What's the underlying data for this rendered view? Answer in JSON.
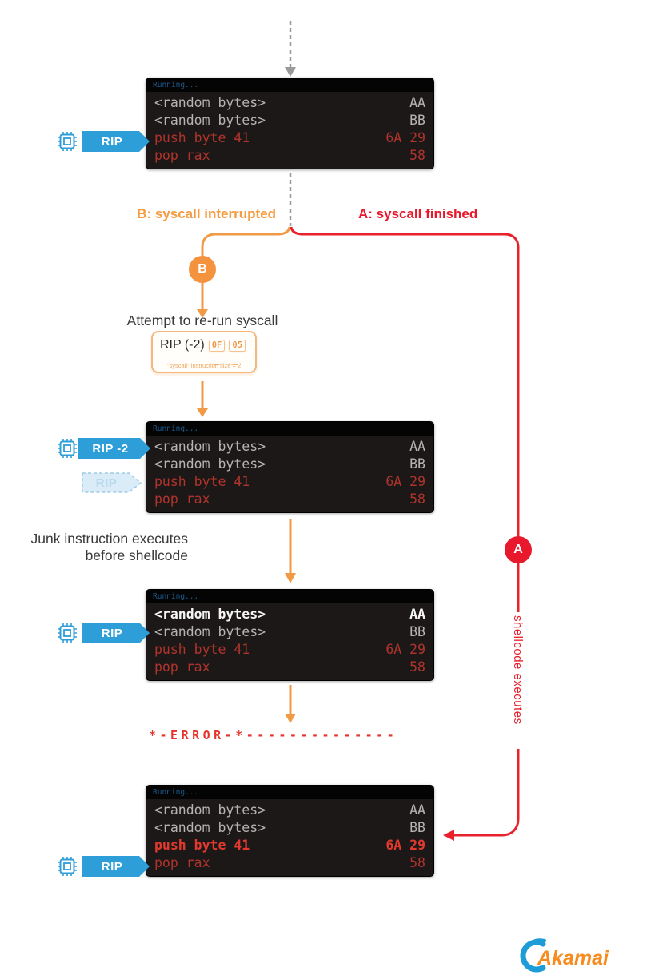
{
  "palette": {
    "blue": "#2e9ed8",
    "orange": "#f5923e",
    "red": "#e8192c",
    "gray": "#9a9a9a",
    "terminal_bg": "#1d1818",
    "terminal_title_fg": "#1c5a8e"
  },
  "branches": {
    "b_label": "B: syscall interrupted",
    "a_label": "A: syscall finished"
  },
  "badges": {
    "b": "B",
    "a": "A"
  },
  "steps": {
    "attempt": "Attempt to re-run syscall",
    "rip_box_label": "RIP (-2)",
    "rip_box_bytes": [
      "0F",
      "05"
    ],
    "rip_box_caption": "\"syscall\" instruction size = 2",
    "junk_line1": "Junk instruction executes",
    "junk_line2": "before shellcode",
    "error": "*-ERROR-*--------------",
    "shellcode": "shellcode executes"
  },
  "tags": {
    "t1": "RIP",
    "t2": "RIP -2",
    "t2_ghost": "RIP",
    "t3": "RIP",
    "t4": "RIP"
  },
  "terminals": [
    {
      "title": "Running...",
      "lines": [
        {
          "text": "<random bytes>",
          "bytes": "AA"
        },
        {
          "text": "<random bytes>",
          "bytes": "BB"
        },
        {
          "text": "push byte 41",
          "bytes": "6A 29"
        },
        {
          "text": "pop rax",
          "bytes": "58"
        }
      ]
    },
    {
      "title": "Running...",
      "lines": [
        {
          "text": "<random bytes>",
          "bytes": "AA"
        },
        {
          "text": "<random bytes>",
          "bytes": "BB"
        },
        {
          "text": "push byte 41",
          "bytes": "6A 29"
        },
        {
          "text": "pop rax",
          "bytes": "58"
        }
      ]
    },
    {
      "title": "Running...",
      "lines": [
        {
          "text": "<random bytes>",
          "bytes": "AA"
        },
        {
          "text": "<random bytes>",
          "bytes": "BB"
        },
        {
          "text": "push byte 41",
          "bytes": "6A 29"
        },
        {
          "text": "pop rax",
          "bytes": "58"
        }
      ]
    },
    {
      "title": "Running...",
      "lines": [
        {
          "text": "<random bytes>",
          "bytes": "AA"
        },
        {
          "text": "<random bytes>",
          "bytes": "BB"
        },
        {
          "text": "push byte 41",
          "bytes": "6A 29"
        },
        {
          "text": "pop rax",
          "bytes": "58"
        }
      ]
    }
  ],
  "logo": {
    "brand": "Akamai"
  }
}
